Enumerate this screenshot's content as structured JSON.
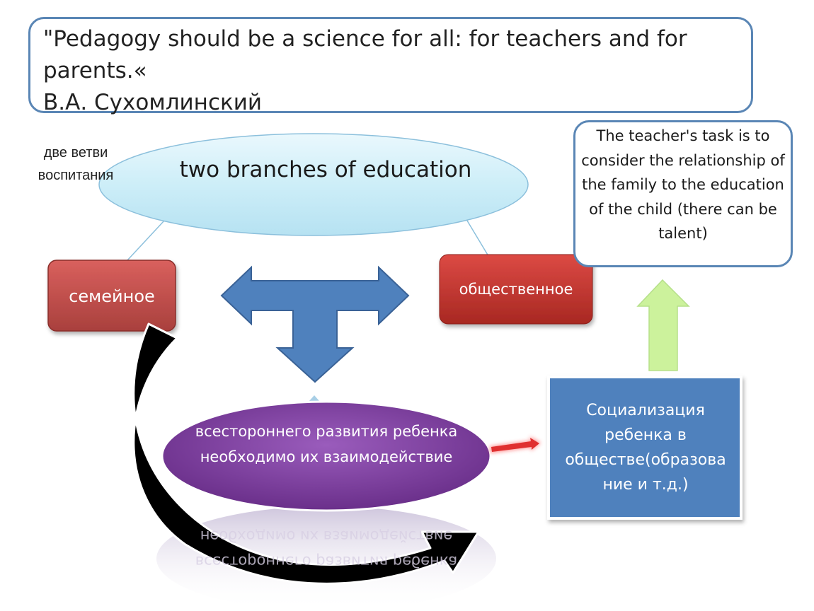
{
  "quote": {
    "line1": "\"Pedagogy should be a science for all: for teachers and for",
    "line2": "parents.«",
    "line3": "В.А. Сухомлинский"
  },
  "side_label": "две ветви воспитания",
  "ellipse_title": "two branches of education",
  "family": "семейное",
  "public": "общественное",
  "note": "The teacher's task is to consider the relationship of the family to the education of the child (there can be talent)",
  "interaction": "всестороннего развития ребенка необходимо их взаимодействие",
  "socialization": "Социализация ребенка в обществе(образова ние и т.д.)",
  "colors": {
    "ellipse_fill": "#cdeef8",
    "ellipse_stroke": "#8cc0dc",
    "family_fill": "#c0504d",
    "public_fill": "#c0302a",
    "arrow_blue": "#4f81bd",
    "purple_fill": "#7a3f9a",
    "social_fill": "#4f81bd",
    "up_arrow": "#ccf29c",
    "border_blue": "#5a86b5"
  }
}
